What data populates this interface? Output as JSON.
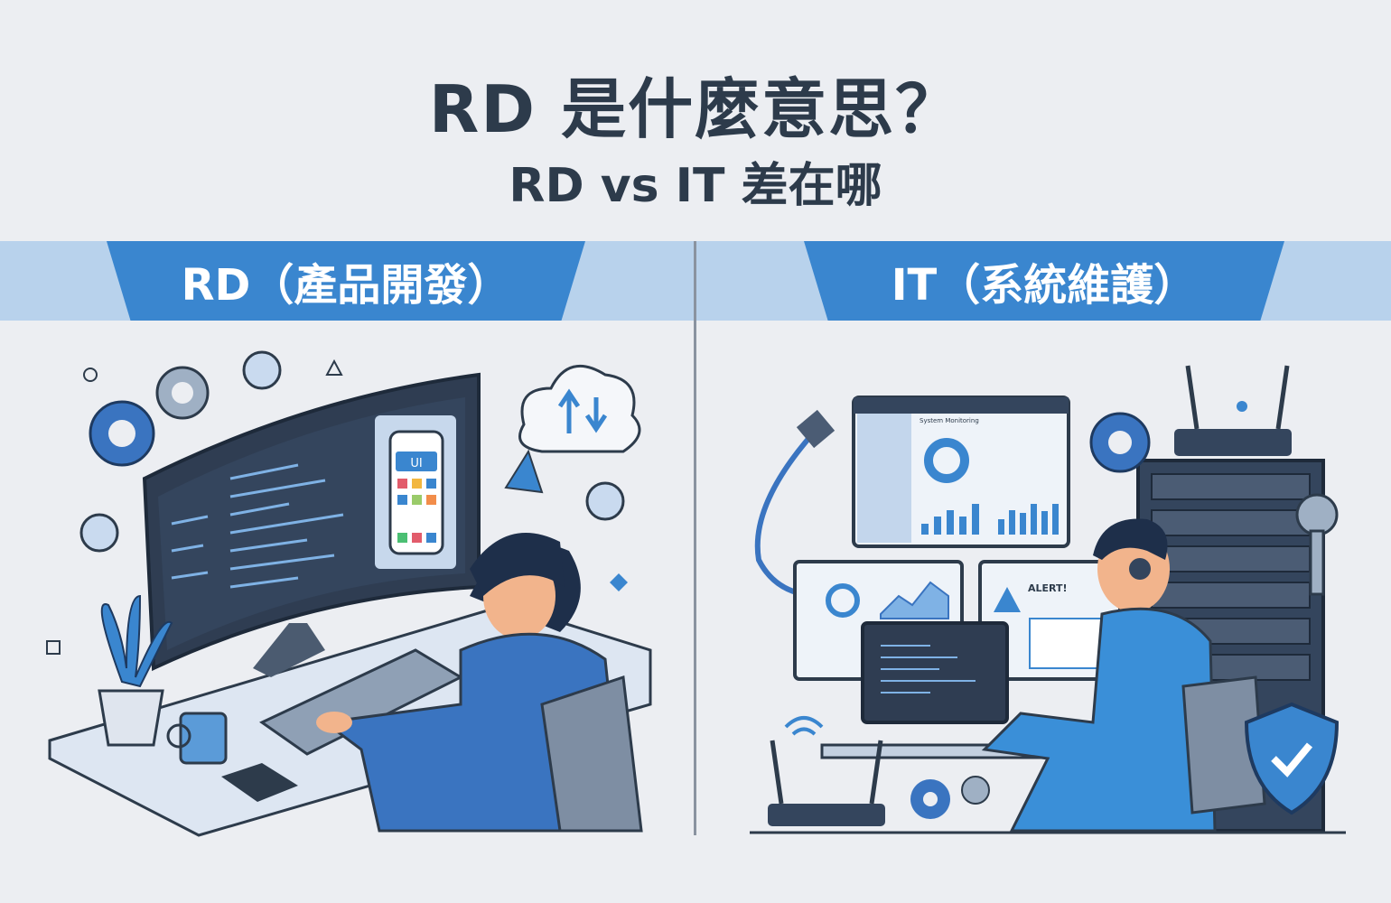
{
  "header": {
    "title": "RD 是什麼意思？",
    "subtitle": "RD vs IT 差在哪"
  },
  "sections": [
    {
      "label": "RD（產品開發）",
      "screen_app_label": "UI"
    },
    {
      "label": "IT（系統維護）",
      "dashboard_title": "System Monitoring",
      "alert_text": "ALERT!"
    }
  ],
  "colors": {
    "accent": "#3a86cf",
    "band": "#b8d2ec",
    "dark": "#2d3b4b",
    "background": "#eceef2"
  }
}
